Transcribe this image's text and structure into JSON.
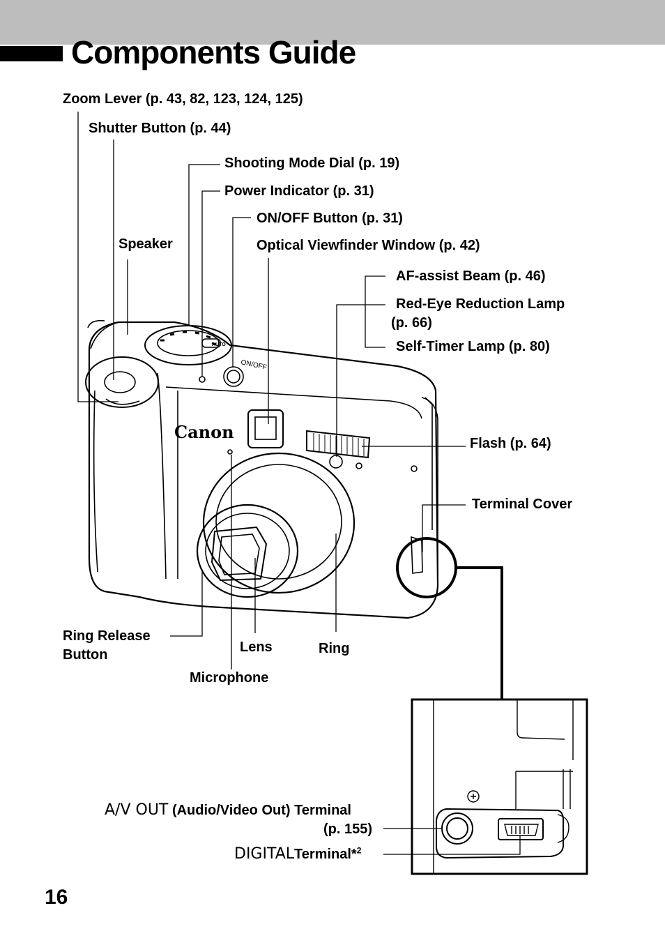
{
  "header": {
    "title": "Components Guide"
  },
  "page_number": "16",
  "labels": {
    "zoom_lever": "Zoom Lever (p. 43, 82, 123, 124, 125)",
    "shutter_button": "Shutter Button (p. 44)",
    "shooting_mode_dial": "Shooting Mode Dial (p. 19)",
    "power_indicator": "Power Indicator (p. 31)",
    "on_off_button": "ON/OFF Button (p. 31)",
    "speaker": "Speaker",
    "optical_viewfinder": "Optical Viewfinder Window (p. 42)",
    "af_assist": "AF-assist Beam (p. 46)",
    "red_eye_line1": "Red-Eye Reduction Lamp",
    "red_eye_line2": "(p. 66)",
    "self_timer": "Self-Timer Lamp (p. 80)",
    "flash": "Flash (p. 64)",
    "terminal_cover": "Terminal Cover",
    "ring_release_line1": "Ring Release",
    "ring_release_line2": "Button",
    "lens": "Lens",
    "ring": "Ring",
    "microphone": "Microphone",
    "av_out_logo": "A/V OUT",
    "av_out_text": "(Audio/Video Out) Terminal",
    "av_out_page": "(p. 155)",
    "digital_logo": "DIGITAL",
    "digital_terminal": "Terminal*",
    "digital_footnote": "2"
  },
  "camera": {
    "brand": "Canon",
    "dial_mode": "AUTO",
    "button_text": "ON/OFF"
  }
}
